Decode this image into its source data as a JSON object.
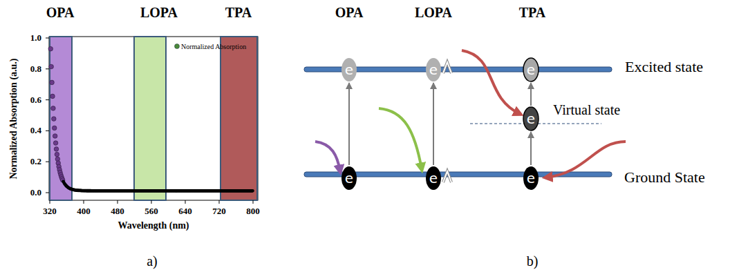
{
  "diagram": {
    "nodes": [
      {
        "text": [
          "e"
        ]
      },
      {
        "text": [
          "e"
        ]
      },
      {
        "text": [
          "e"
        ]
      },
      {
        "text": [
          "e"
        ]
      },
      {
        "text": [
          "e"
        ]
      },
      {
        "text": [
          "e"
        ]
      },
      {
        "text": [
          "e"
        ]
      }
    ],
    "edges": [
      {
        "from": 4,
        "to": 0,
        "arrow": "to"
      },
      {
        "from": 5,
        "to": 1,
        "arrow": "to"
      },
      {
        "from": 6,
        "to": 3,
        "arrow": "to"
      },
      {
        "from": 3,
        "to": 2,
        "arrow": "to"
      }
    ],
    "labels": [
      "OPA",
      "LOPA",
      "TPA",
      "1.0",
      "0.8",
      "0.6",
      "0.4",
      "0.2",
      "0.0",
      "320",
      "400",
      "480",
      "560",
      "640",
      "720",
      "800",
      "Wavelength (nm)",
      "Normalized Absorption (a.u.)",
      "a)",
      "OPA",
      "LOPA",
      "TPA",
      "Excited state",
      "Virtual state",
      "Ground State",
      "b)"
    ],
    "legend": [
      {
        "text": "Normalized Absorption"
      }
    ]
  }
}
